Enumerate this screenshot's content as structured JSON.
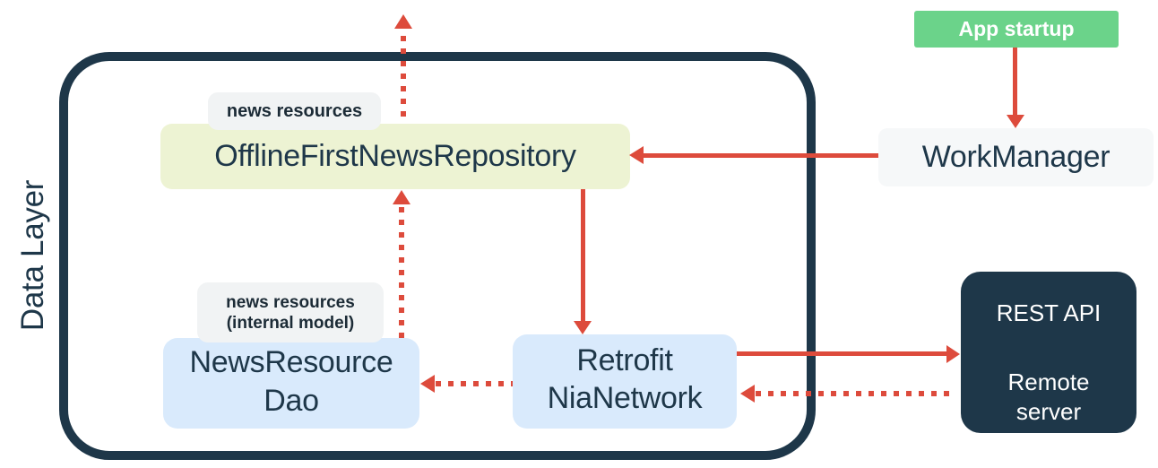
{
  "title": "Data layer architecture diagram",
  "container": {
    "label": "Data Layer"
  },
  "nodes": {
    "repository": {
      "label": "OfflineFirstNewsRepository"
    },
    "dao": {
      "line1": "NewsResource",
      "line2": "Dao"
    },
    "network": {
      "line1": "Retrofit",
      "line2": "NiaNetwork"
    },
    "workmanager": {
      "label": "WorkManager"
    },
    "app_startup": {
      "label": "App startup"
    },
    "remote_server": {
      "title": "REST API",
      "subtitle_line1": "Remote",
      "subtitle_line2": "server"
    }
  },
  "tags": {
    "repository_tag": {
      "line1": "news resources"
    },
    "dao_tag": {
      "line1": "news resources",
      "line2": "(internal model)"
    }
  },
  "edges": [
    {
      "from": "OfflineFirstNewsRepository",
      "to": "outside Data Layer (up)",
      "style": "dotted",
      "direction": "up"
    },
    {
      "from": "NewsResource Dao",
      "to": "OfflineFirstNewsRepository",
      "style": "dotted",
      "direction": "up"
    },
    {
      "from": "OfflineFirstNewsRepository",
      "to": "Retrofit NiaNetwork",
      "style": "solid",
      "direction": "down"
    },
    {
      "from": "WorkManager",
      "to": "OfflineFirstNewsRepository",
      "style": "solid",
      "direction": "left"
    },
    {
      "from": "App startup",
      "to": "WorkManager",
      "style": "solid",
      "direction": "down"
    },
    {
      "from": "Retrofit NiaNetwork",
      "to": "REST API Remote server",
      "style": "solid",
      "direction": "right"
    },
    {
      "from": "REST API Remote server",
      "to": "Retrofit NiaNetwork",
      "style": "dotted",
      "direction": "left"
    },
    {
      "from": "Retrofit NiaNetwork",
      "to": "NewsResource Dao",
      "style": "dotted",
      "direction": "left"
    }
  ],
  "colors": {
    "navy": "#1e3749",
    "red": "#dd4b3c",
    "green": "#6bd38a",
    "pale_yellow": "#edf3d3",
    "light_blue": "#d9eafc",
    "tag_gray": "#f1f3f4",
    "card_gray": "#f6f8f9",
    "white": "#ffffff"
  }
}
